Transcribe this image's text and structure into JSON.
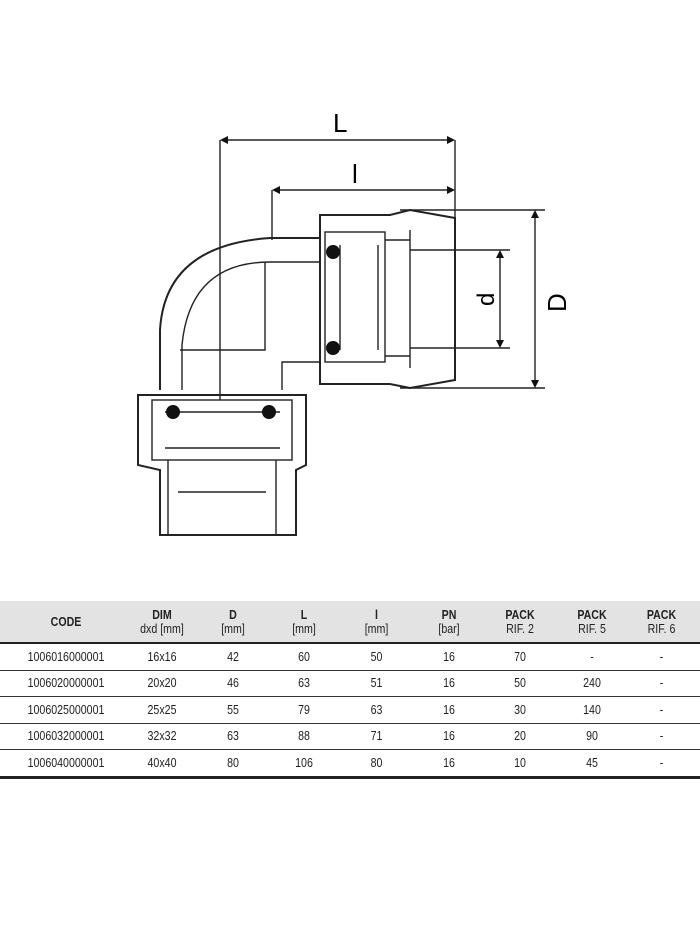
{
  "drawing": {
    "labels": {
      "L": "L",
      "l": "l",
      "D": "D",
      "d": "d"
    }
  },
  "table": {
    "headers": [
      [
        "CODE",
        ""
      ],
      [
        "DIM",
        "dxd [mm]"
      ],
      [
        "D",
        "[mm]"
      ],
      [
        "L",
        "[mm]"
      ],
      [
        "l",
        "[mm]"
      ],
      [
        "PN",
        "[bar]"
      ],
      [
        "PACK",
        "RIF. 2"
      ],
      [
        "PACK",
        "RIF. 5"
      ],
      [
        "PACK",
        "RIF. 6"
      ]
    ],
    "rows": [
      [
        "1006016000001",
        "16x16",
        "42",
        "60",
        "50",
        "16",
        "70",
        "-",
        "-"
      ],
      [
        "1006020000001",
        "20x20",
        "46",
        "63",
        "51",
        "16",
        "50",
        "240",
        "-"
      ],
      [
        "1006025000001",
        "25x25",
        "55",
        "79",
        "63",
        "16",
        "30",
        "140",
        "-"
      ],
      [
        "1006032000001",
        "32x32",
        "63",
        "88",
        "71",
        "16",
        "20",
        "90",
        "-"
      ],
      [
        "1006040000001",
        "40x40",
        "80",
        "106",
        "80",
        "16",
        "10",
        "45",
        "-"
      ]
    ]
  }
}
